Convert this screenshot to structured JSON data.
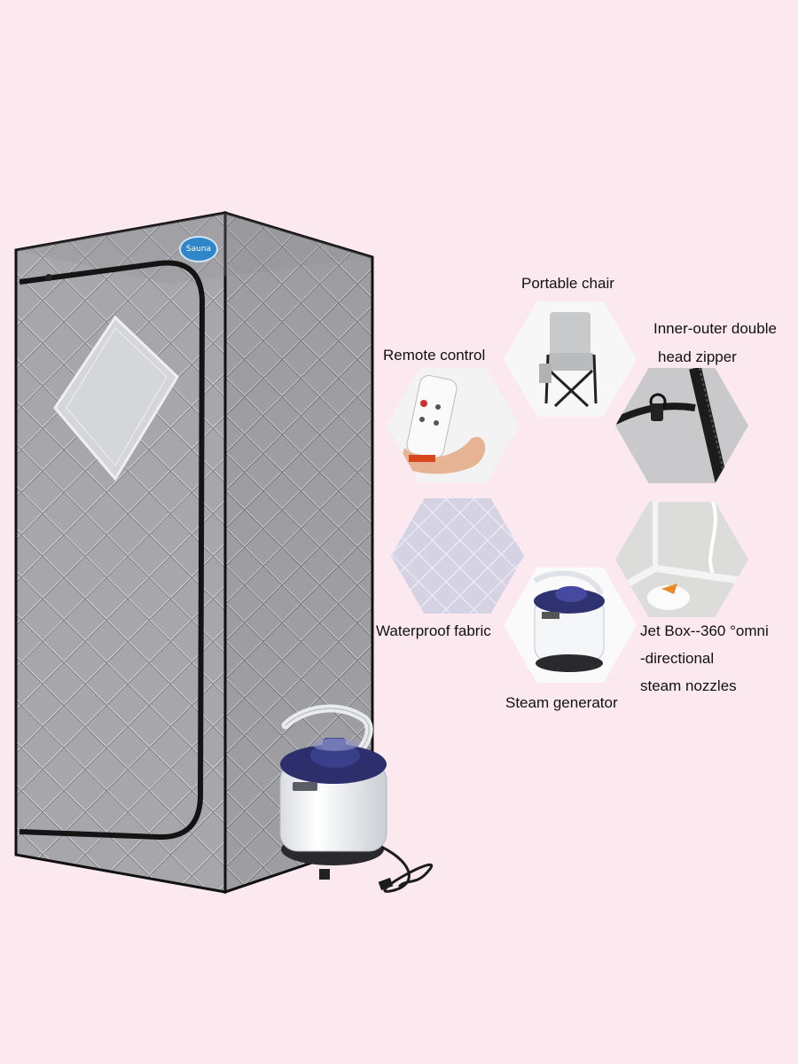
{
  "product": {
    "badge_text": "Sauna"
  },
  "features": {
    "portable_chair": "Portable chair",
    "remote_control": "Remote control",
    "zipper_line1": "Inner-outer double",
    "zipper_line2": "head zipper",
    "waterproof_fabric": "Waterproof fabric",
    "jetbox_line1": "Jet Box--360 °omni",
    "jetbox_line2": "-directional",
    "jetbox_line3": "steam nozzles",
    "steam_generator": "Steam generator"
  },
  "colors": {
    "background": "#fbe9ef",
    "tent_fabric": "#a9a9ad",
    "tent_trim": "#1a1a1a",
    "badge": "#2f86c9"
  }
}
